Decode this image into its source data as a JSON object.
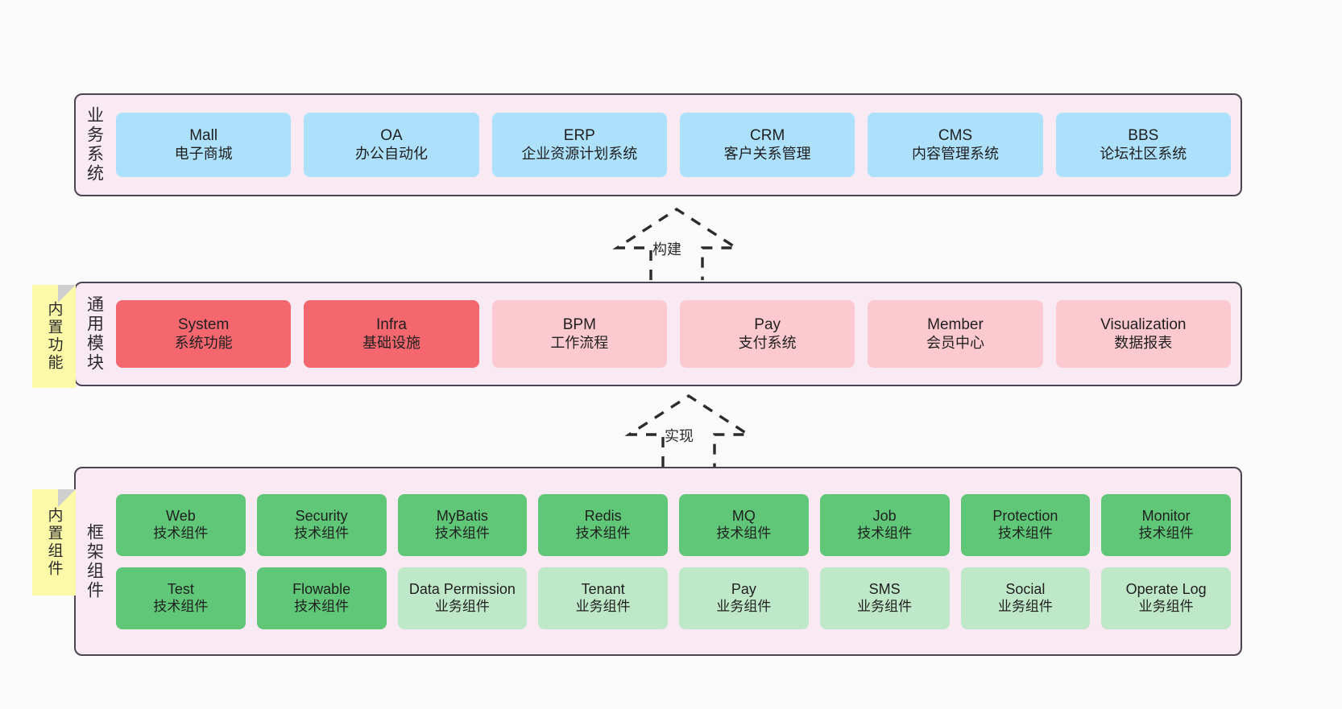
{
  "page": {
    "background": "#fafafa",
    "panel_bg": "#f8e9f3",
    "panel_border": "#4b4453"
  },
  "layers": [
    {
      "key": "business",
      "title": "业务系统",
      "card_color": "#ace0fb",
      "cards": [
        {
          "en": "Mall",
          "cn": "电子商城"
        },
        {
          "en": "OA",
          "cn": "办公自动化"
        },
        {
          "en": "ERP",
          "cn": "企业资源计划系统"
        },
        {
          "en": "CRM",
          "cn": "客户关系管理"
        },
        {
          "en": "CMS",
          "cn": "内容管理系统"
        },
        {
          "en": "BBS",
          "cn": "论坛社区系统"
        }
      ]
    },
    {
      "key": "modules",
      "title": "通用模块",
      "note": "内置功能",
      "note_color": "#fcfaa8",
      "strong_color": "#f4676e",
      "soft_color": "#fcc9d1",
      "cards": [
        {
          "en": "System",
          "cn": "系统功能",
          "tone": "strong"
        },
        {
          "en": "Infra",
          "cn": "基础设施",
          "tone": "strong"
        },
        {
          "en": "BPM",
          "cn": "工作流程",
          "tone": "soft"
        },
        {
          "en": "Pay",
          "cn": "支付系统",
          "tone": "soft"
        },
        {
          "en": "Member",
          "cn": "会员中心",
          "tone": "soft"
        },
        {
          "en": "Visualization",
          "cn": "数据报表",
          "tone": "soft"
        }
      ]
    },
    {
      "key": "framework",
      "title": "框架组件",
      "note": "内置组件",
      "note_color": "#fcfaa8",
      "tech_color": "#5fc777",
      "biz_color": "#bfe8c8",
      "rows": [
        [
          {
            "en": "Web",
            "cn": "技术组件",
            "tone": "tech"
          },
          {
            "en": "Security",
            "cn": "技术组件",
            "tone": "tech"
          },
          {
            "en": "MyBatis",
            "cn": "技术组件",
            "tone": "tech"
          },
          {
            "en": "Redis",
            "cn": "技术组件",
            "tone": "tech"
          },
          {
            "en": "MQ",
            "cn": "技术组件",
            "tone": "tech"
          },
          {
            "en": "Job",
            "cn": "技术组件",
            "tone": "tech"
          },
          {
            "en": "Protection",
            "cn": "技术组件",
            "tone": "tech"
          },
          {
            "en": "Monitor",
            "cn": "技术组件",
            "tone": "tech"
          }
        ],
        [
          {
            "en": "Test",
            "cn": "技术组件",
            "tone": "tech"
          },
          {
            "en": "Flowable",
            "cn": "技术组件",
            "tone": "tech"
          },
          {
            "en": "Data Permission",
            "cn": "业务组件",
            "tone": "biz"
          },
          {
            "en": "Tenant",
            "cn": "业务组件",
            "tone": "biz"
          },
          {
            "en": "Pay",
            "cn": "业务组件",
            "tone": "biz"
          },
          {
            "en": "SMS",
            "cn": "业务组件",
            "tone": "biz"
          },
          {
            "en": "Social",
            "cn": "业务组件",
            "tone": "biz"
          },
          {
            "en": "Operate Log",
            "cn": "业务组件",
            "tone": "biz"
          }
        ]
      ]
    }
  ],
  "connectors": [
    {
      "key": "build",
      "label": "构建",
      "direction": "up",
      "style": "dashed-hollow-arrow"
    },
    {
      "key": "implement",
      "label": "实现",
      "direction": "up",
      "style": "dashed-hollow-arrow"
    }
  ]
}
